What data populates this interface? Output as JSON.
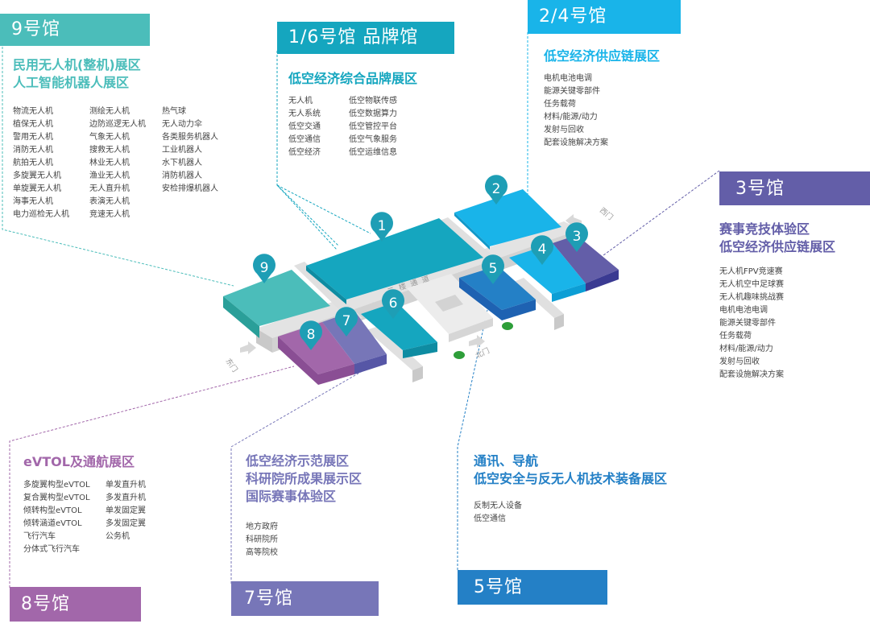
{
  "colors": {
    "hall9": "#4BBDBA",
    "hall16": "#15A6BF",
    "hall24": "#19B4E9",
    "hall3": "#635EA8",
    "hall8": "#A267AA",
    "hall7": "#7776B8",
    "hall5": "#2480C6",
    "pin": "#1E9EB5"
  },
  "halls": {
    "hall9": {
      "header": "9号馆",
      "zones": [
        "民用无人机(整机)展区",
        "人工智能机器人展区"
      ],
      "columns": [
        [
          "物流无人机",
          "植保无人机",
          "警用无人机",
          "消防无人机",
          "航拍无人机",
          "多旋翼无人机",
          "单旋翼无人机",
          "海事无人机",
          "电力巡检无人机"
        ],
        [
          "测绘无人机",
          "边防巡逻无人机",
          "气象无人机",
          "搜救无人机",
          "林业无人机",
          "渔业无人机",
          "无人直升机",
          "表演无人机",
          "竞速无人机"
        ],
        [
          "热气球",
          "无人动力伞",
          "各类服务机器人",
          "工业机器人",
          "水下机器人",
          "消防机器人",
          "安检排爆机器人"
        ]
      ]
    },
    "hall16": {
      "header": "1/6号馆  品牌馆",
      "zones": [
        "低空经济综合品牌展区"
      ],
      "columns": [
        [
          "无人机",
          "无人系统",
          "低空交通",
          "低空通信",
          "低空经济"
        ],
        [
          "低空物联传感",
          "低空数据算力",
          "低空管控平台",
          "低空气象服务",
          "低空运维信息"
        ]
      ]
    },
    "hall24": {
      "header": "2/4号馆",
      "zones": [
        "低空经济供应链展区"
      ],
      "columns": [
        [
          "电机电池电调",
          "能源关键零部件",
          "任务载荷",
          "材料/能源/动力",
          "发射与回收",
          "配套设施解决方案"
        ]
      ]
    },
    "hall3": {
      "header": "3号馆",
      "zones": [
        "赛事竞技体验区",
        "低空经济供应链展区"
      ],
      "columns": [
        [
          "无人机FPV竞速赛",
          "无人机空中足球赛",
          "无人机趣味挑战赛",
          "电机电池电调",
          "能源关键零部件",
          "任务载荷",
          "材料/能源/动力",
          "发射与回收",
          "配套设施解决方案"
        ]
      ]
    },
    "hall8": {
      "header": "8号馆",
      "zones": [
        "eVTOL及通航展区"
      ],
      "columns": [
        [
          "多旋翼构型eVTOL",
          "复合翼构型eVTOL",
          "倾转构型eVTOL",
          "倾转涵道eVTOL",
          "飞行汽车",
          "分体式飞行汽车"
        ],
        [
          "单发直升机",
          "多发直升机",
          "单发固定翼",
          "多发固定翼",
          "公务机"
        ]
      ]
    },
    "hall7": {
      "header": "7号馆",
      "zones": [
        "低空经济示范展区",
        "科研院所成果展示区",
        "国际赛事体验区"
      ],
      "columns": [
        [
          "地方政府",
          "科研院所",
          "高等院校"
        ]
      ]
    },
    "hall5": {
      "header": "5号馆",
      "zones": [
        "通讯、导航",
        "低空安全与反无人机技术装备展区"
      ],
      "columns": [
        [
          "反制无人设备",
          "低空通信"
        ]
      ]
    }
  },
  "map": {
    "pins": [
      "1",
      "2",
      "3",
      "4",
      "5",
      "6",
      "7",
      "8",
      "9"
    ],
    "corridor_label": "二楼通道",
    "doors": {
      "east": "东门",
      "north": "北门",
      "west": "西门"
    }
  }
}
